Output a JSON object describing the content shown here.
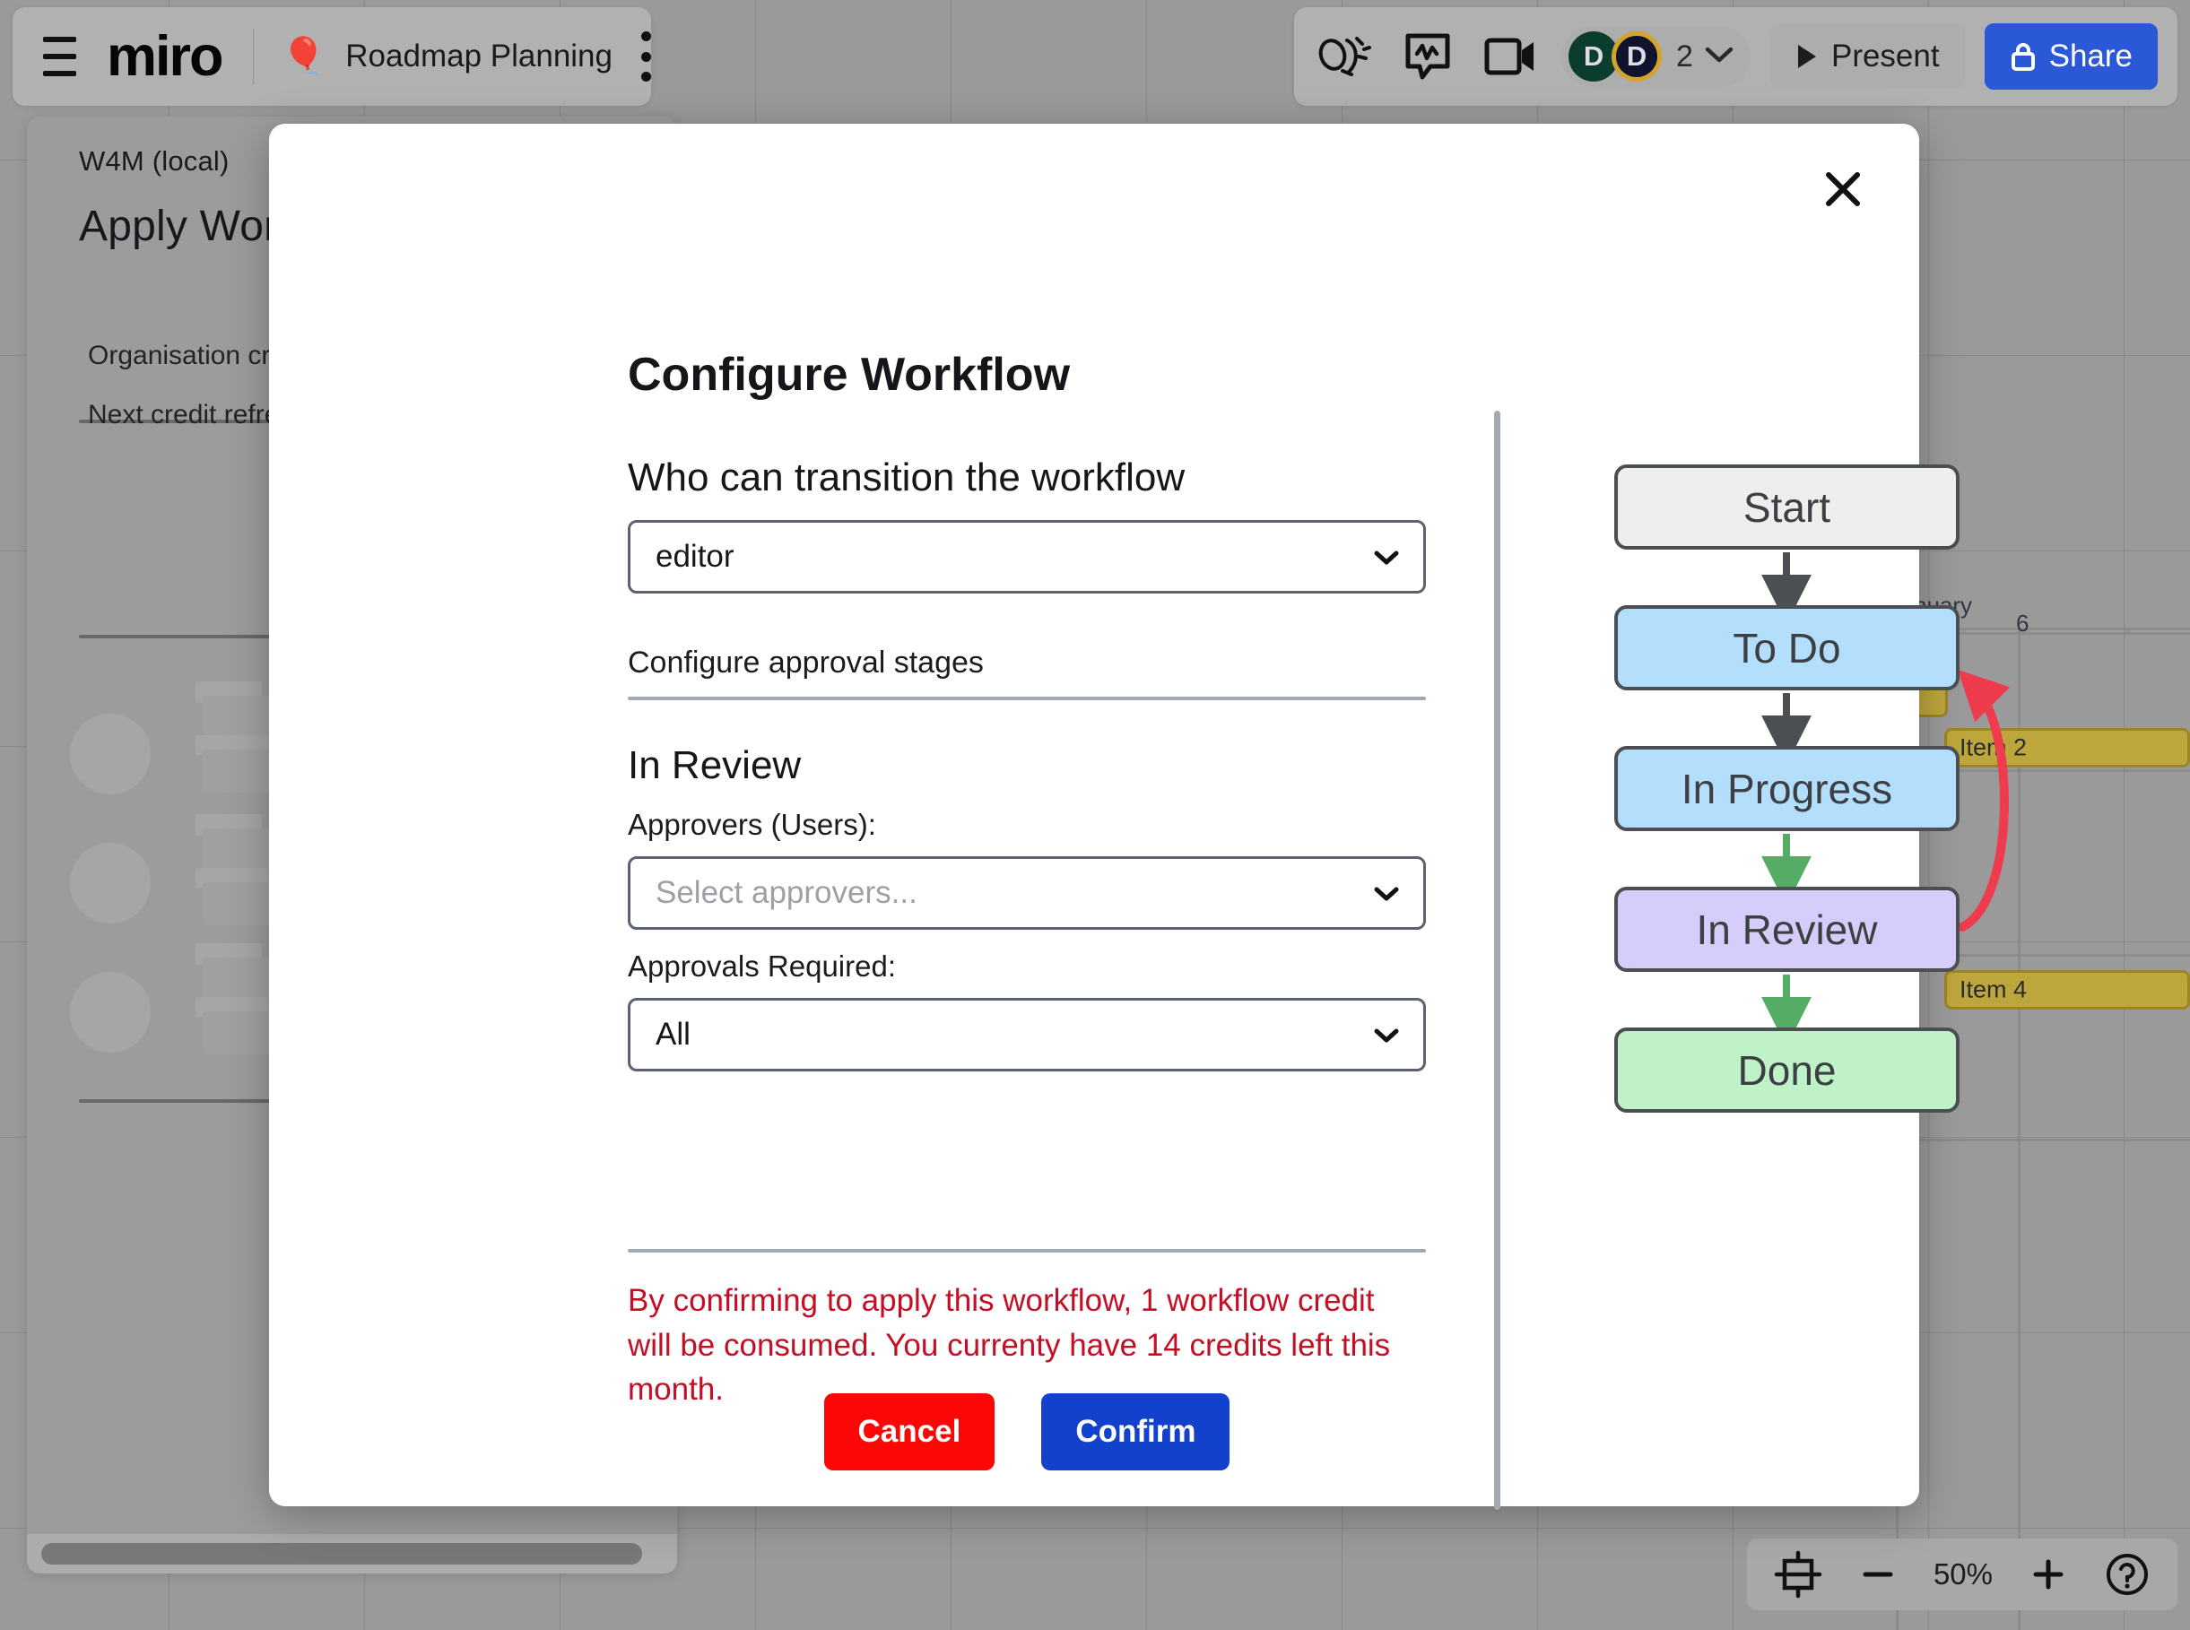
{
  "app": {
    "board_name": "Roadmap Planning",
    "logo_text": "miro",
    "board_icon": "balloon-icon",
    "hamburger_label": "Menu",
    "board_menu_label": "Board options"
  },
  "toolbar_right": {
    "icons": [
      {
        "name": "celebrate-reactions-icon",
        "label": "Reactions"
      },
      {
        "name": "comment-icon",
        "label": "Comment"
      },
      {
        "name": "video-chat-icon",
        "label": "Video chat"
      }
    ],
    "avatars": [
      {
        "initial": "D",
        "color": "#0b3d2e"
      },
      {
        "initial": "D",
        "color": "#10132e",
        "ring": "#d4a42a"
      }
    ],
    "collaborator_count": "2",
    "present_label": "Present",
    "share_label": "Share"
  },
  "zoombar": {
    "fit_icon": "fit-to-screen-icon",
    "minus_label": "Zoom out",
    "zoom_level": "50%",
    "plus_label": "Zoom in",
    "help_label": "Help"
  },
  "left_panel": {
    "app_title": "W4M (local)",
    "heading": "Apply Workflow",
    "rows": [
      "Organisation credits",
      "Next credit refresh"
    ]
  },
  "timeline": {
    "month_label": "nuary",
    "day_label": "6",
    "bars": [
      {
        "label": "Item 2"
      },
      {
        "label": "Item 4"
      }
    ]
  },
  "modal": {
    "title": "Configure Workflow",
    "close_label": "Close",
    "transition_label": "Who can transition the workflow",
    "transition_value": "editor",
    "approval_section_label": "Configure approval stages",
    "stage_name": "In Review",
    "approvers_label": "Approvers (Users):",
    "approvers_placeholder": "Select approvers...",
    "approvals_required_label": "Approvals Required:",
    "approvals_required_value": "All",
    "warning_text": "By confirming to apply this workflow, 1 workflow credit will be consumed. You currenty have 14 credits left this month.",
    "cancel_label": "Cancel",
    "confirm_label": "Confirm"
  },
  "workflow_diagram": {
    "nodes": [
      {
        "id": "start",
        "label": "Start",
        "fill": "#eeeeee"
      },
      {
        "id": "todo",
        "label": "To Do",
        "fill": "#b3dffd"
      },
      {
        "id": "inprogress",
        "label": "In Progress",
        "fill": "#b3dffd"
      },
      {
        "id": "inreview",
        "label": "In Review",
        "fill": "#d6cdfb"
      },
      {
        "id": "done",
        "label": "Done",
        "fill": "#bff2c8"
      }
    ],
    "edges": [
      {
        "from": "start",
        "to": "todo",
        "color": "#4b4f52"
      },
      {
        "from": "todo",
        "to": "inprogress",
        "color": "#4b4f52"
      },
      {
        "from": "inprogress",
        "to": "inreview",
        "color": "#55ac65"
      },
      {
        "from": "inreview",
        "to": "done",
        "color": "#55ac65"
      },
      {
        "from": "inreview",
        "to": "inprogress",
        "color": "#ef3b4e",
        "style": "curved-reject"
      }
    ]
  },
  "colors": {
    "accent_blue": "#2a58d6",
    "danger_red": "#fc0606",
    "confirm_blue": "#1241cc",
    "warning_red": "#c50d23"
  }
}
